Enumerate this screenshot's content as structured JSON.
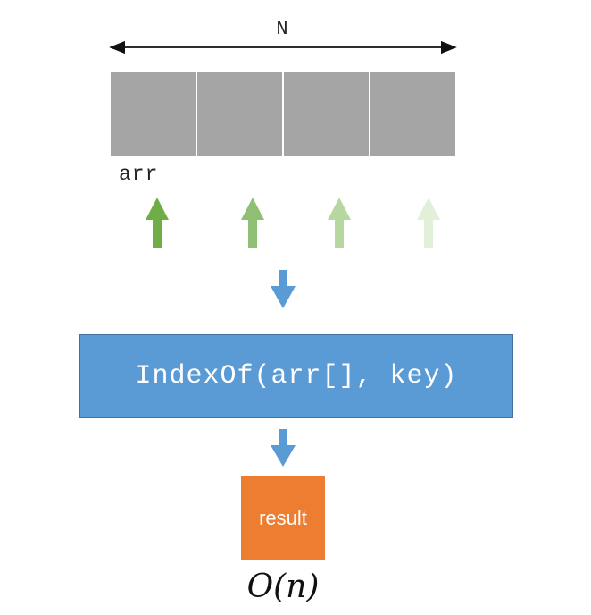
{
  "diagram": {
    "length_label": "N",
    "array_label": "arr",
    "function_label": "IndexOf(arr[], key)",
    "result_label": "result",
    "complexity_label": "O(n)",
    "array_cell_count": 4
  },
  "colors": {
    "cell": "#a5a5a5",
    "function_box": "#5b9bd5",
    "result_box": "#ed7d31",
    "scan_arrows": [
      "#70ad47",
      "#8fbf73",
      "#b6d7a0",
      "#e2efd9"
    ],
    "flow_arrows": "#5b9bd5"
  }
}
